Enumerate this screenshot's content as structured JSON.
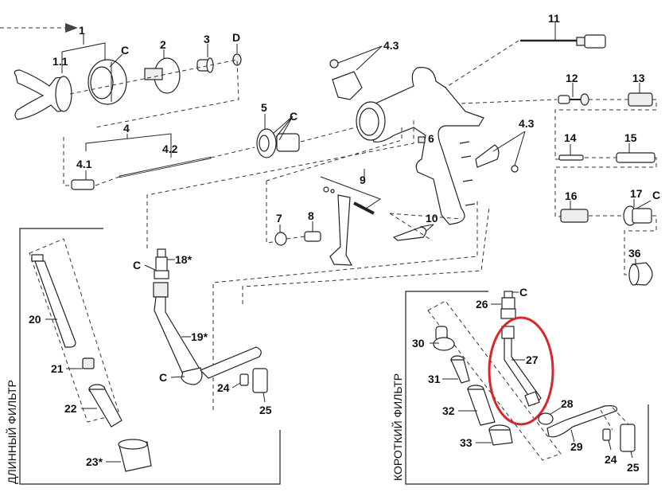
{
  "diagram": {
    "title": "Exploded view of spray gun parts",
    "highlight_color": "#d9262b",
    "highlighted_part": "27",
    "sections": {
      "long_filter": {
        "label": "ДЛИННЫЙ ФИЛЬТР"
      },
      "short_filter": {
        "label": "КОРОТКИЙ ФИЛЬТР"
      }
    },
    "labels": {
      "p1": "1",
      "p1_1": "1.1",
      "p1_c": "C",
      "p2": "2",
      "p3": "3",
      "pD": "D",
      "p4": "4",
      "p4_1": "4.1",
      "p4_2": "4.2",
      "p4_3a": "4.3",
      "p4_3b": "4.3",
      "p5": "5",
      "p5_c": "C",
      "p6": "6",
      "p7": "7",
      "p8": "8",
      "p9": "9",
      "p10": "10",
      "p11": "11",
      "p12": "12",
      "p13": "13",
      "p14": "14",
      "p15": "15",
      "p16": "16",
      "p17": "17",
      "p17_c": "C",
      "p36": "36",
      "p18": "18*",
      "p18_c": "C",
      "p19": "19*",
      "p19_c": "C",
      "p20": "20",
      "p21": "21",
      "p22": "22",
      "p23": "23*",
      "p24a": "24",
      "p25a": "25",
      "p26": "26",
      "p26_c": "C",
      "p27": "27",
      "p28": "28",
      "p29": "29",
      "p30": "30",
      "p31": "31",
      "p32": "32",
      "p33": "33",
      "p24b": "24",
      "p25b": "25"
    }
  }
}
